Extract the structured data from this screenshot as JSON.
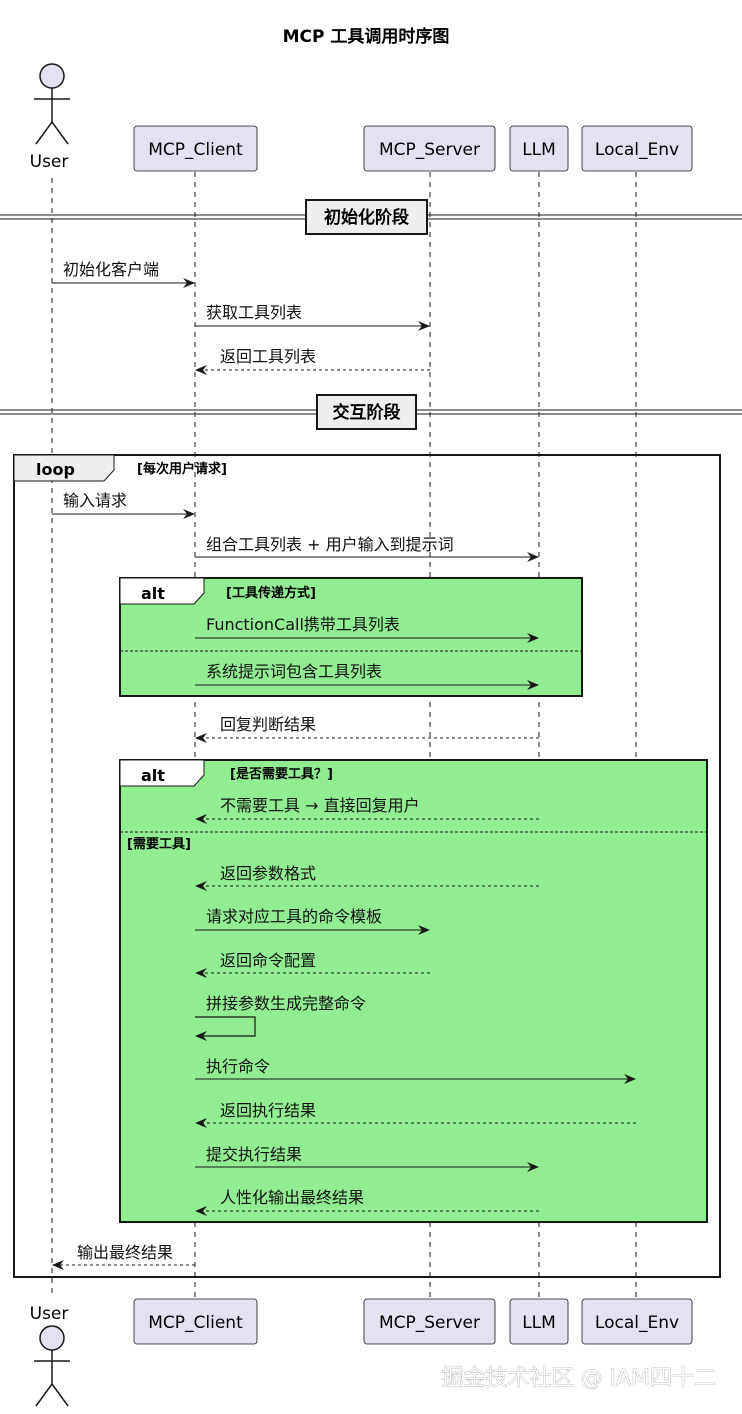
{
  "title": "MCP 工具调用时序图",
  "participants": {
    "user": "User",
    "client": "MCP_Client",
    "server": "MCP_Server",
    "llm": "LLM",
    "env": "Local_Env"
  },
  "dividers": {
    "init": "初始化阶段",
    "interact": "交互阶段"
  },
  "messages": {
    "m1": "初始化客户端",
    "m2": "获取工具列表",
    "m3": "返回工具列表",
    "m4": "输入请求",
    "m5": "组合工具列表 + 用户输入到提示词",
    "m6": "FunctionCall携带工具列表",
    "m7": "系统提示词包含工具列表",
    "m8": "回复判断结果",
    "m9": "不需要工具 → 直接回复用户",
    "m10": "返回参数格式",
    "m11": "请求对应工具的命令模板",
    "m12": "返回命令配置",
    "m13": "拼接参数生成完整命令",
    "m14": "执行命令",
    "m15": "返回执行结果",
    "m16": "提交执行结果",
    "m17": "人性化输出最终结果",
    "m18": "输出最终结果"
  },
  "frames": {
    "loop": {
      "keyword": "loop",
      "condition": "[每次用户请求]"
    },
    "alt1": {
      "keyword": "alt",
      "condition": "[工具传递方式]"
    },
    "alt2": {
      "keyword": "alt",
      "condition": "[是否需要工具？]",
      "else_condition": "[需要工具]"
    }
  },
  "watermark": "掘金技术社区 @ IAM四十二",
  "colors": {
    "participant_fill": "#e2e2f0",
    "alt_fill": "#90ee90",
    "line": "#181818"
  }
}
